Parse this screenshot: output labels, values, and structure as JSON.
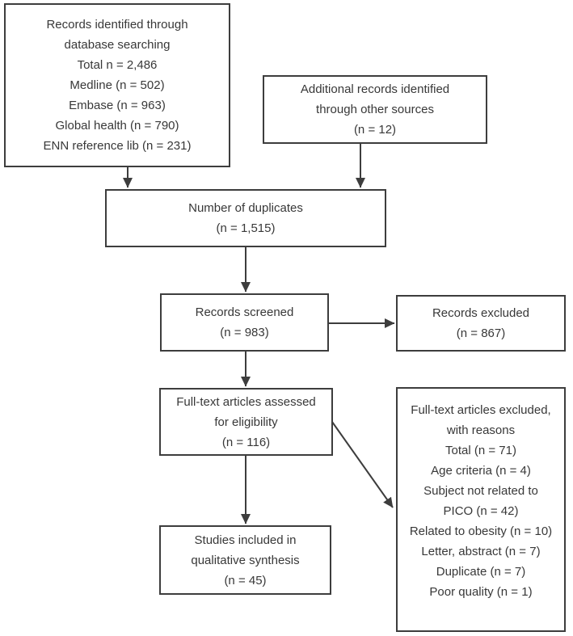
{
  "diagram_type": "study-selection-flowchart",
  "colors": {
    "box_border": "#3d3d3d",
    "text": "#383838",
    "background": "#ffffff",
    "arrow": "#3d3d3d"
  },
  "boxes": {
    "database_search": {
      "lines": [
        "Records identified through",
        "database searching",
        "Total n = 2,486",
        "Medline (n = 502)",
        "Embase (n = 963)",
        "Global health (n = 790)",
        "ENN reference lib (n = 231)"
      ]
    },
    "other_sources": {
      "lines": [
        "Additional records identified",
        "through other sources",
        "(n = 12)"
      ]
    },
    "duplicates": {
      "lines": [
        "Number of duplicates",
        "(n = 1,515)"
      ]
    },
    "screened": {
      "lines": [
        "Records screened",
        "(n = 983)"
      ]
    },
    "excluded": {
      "lines": [
        "Records excluded",
        "(n = 867)"
      ]
    },
    "fulltext_assessed": {
      "lines": [
        "Full-text articles assessed",
        "for eligibility",
        "(n = 116)"
      ]
    },
    "fulltext_excluded": {
      "lines": [
        "Full-text articles excluded,",
        "with reasons",
        "Total (n = 71)",
        "Age criteria (n = 4)",
        "Subject not related to",
        "PICO (n = 42)",
        "Related to obesity (n = 10)",
        "Letter, abstract (n = 7)",
        "Duplicate (n = 7)",
        "Poor quality (n = 1)"
      ]
    },
    "included": {
      "lines": [
        "Studies included in",
        "qualitative synthesis",
        "(n = 45)"
      ]
    }
  }
}
